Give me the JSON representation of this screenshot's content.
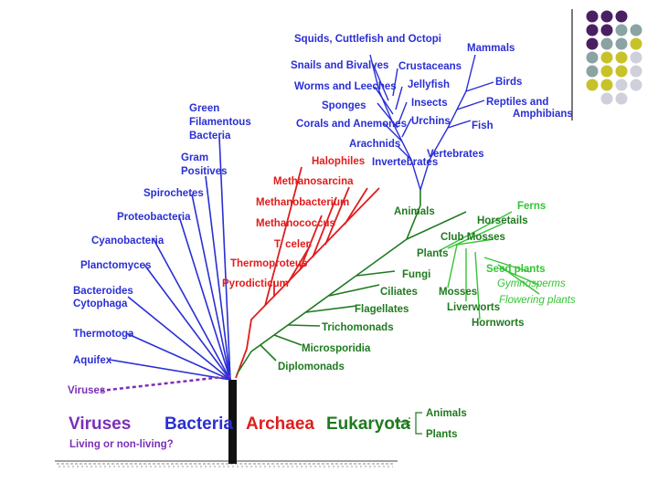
{
  "colors": {
    "bacteria": "#2a2fd4",
    "archaea": "#e01d1d",
    "eukaryota": "#1f7a1f",
    "plants": "#36c336",
    "viruses": "#7b2fb8",
    "dot_dark_purple": "#4b2063",
    "dot_slate": "#8aa3a3",
    "dot_olive": "#c8c22a",
    "dot_light": "#d0d0dc"
  },
  "tree": {
    "bacteria": {
      "domain": "Bacteria",
      "branches": [
        "Green",
        "Filamentous",
        "Bacteria",
        "Gram",
        "Positives",
        "Spirochetes",
        "Proteobacteria",
        "Cyanobacteria",
        "Planctomyces",
        "Bacteroides",
        "Cytophaga",
        "Thermotoga",
        "Aquifex"
      ]
    },
    "viruses": {
      "domain": "Viruses",
      "branch": "Viruses",
      "question": "Living or non-living?"
    },
    "archaea": {
      "domain": "Archaea",
      "branches": [
        "Halophiles",
        "Methanosarcina",
        "Methanobacterium",
        "Methanococcus",
        "T. celer",
        "Thermoproteus",
        "Pyrodicticum"
      ]
    },
    "eukaryota": {
      "domain": "Eukaryota",
      "animals_group": [
        "Squids, Cuttlefish and Octopi",
        "Snails and Bivalves",
        "Worms and Leeches",
        "Sponges",
        "Corals and Anemones",
        "Arachnids",
        "Crustaceans",
        "Jellyfish",
        "Insects",
        "Urchins",
        "Mammals",
        "Birds",
        "Reptiles and",
        "Amphibians",
        "Fish",
        "Invertebrates",
        "Vertebrates",
        "Animals"
      ],
      "plants_group": [
        "Ferns",
        "Horsetails",
        "Club Mosses",
        "Plants",
        "Seed plants",
        "Gymnosperms",
        "Flowering plants",
        "Mosses",
        "Liverworts",
        "Hornworts"
      ],
      "others": [
        "Fungi",
        "Ciliates",
        "Flagellates",
        "Trichomonads",
        "Microsporidia",
        "Diplomonads"
      ],
      "legend": [
        "Animals",
        "Plants"
      ]
    }
  }
}
